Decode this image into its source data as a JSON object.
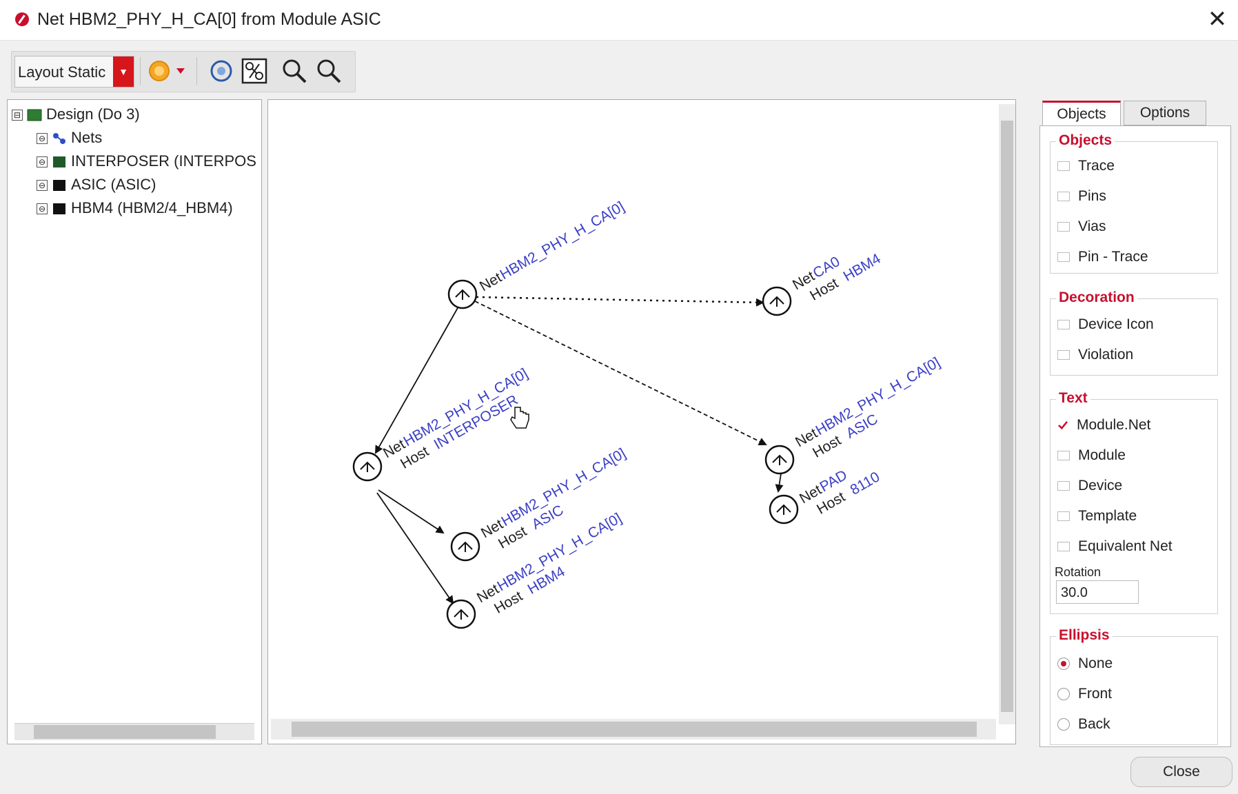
{
  "window": {
    "title": "Net HBM2_PHY_H_CA[0] from Module ASIC",
    "close_glyph": "✕"
  },
  "toolbar": {
    "layout_label": "Layout Static",
    "dropdown_glyph": "▼"
  },
  "tree": {
    "items": [
      {
        "label": "Design (Do 3)",
        "toggle": "⊟"
      },
      {
        "label": "Nets",
        "toggle": "⊖"
      },
      {
        "label": "INTERPOSER (INTERPOSER)",
        "toggle": "⊖"
      },
      {
        "label": "ASIC (ASIC)",
        "toggle": "⊖"
      },
      {
        "label": "HBM4 (HBM2/4_HBM4)",
        "toggle": "⊖"
      }
    ]
  },
  "graph": {
    "net_prefix": "Net",
    "host_prefix": "Host",
    "nodes": [
      {
        "net": "HBM2_PHY_H_CA[0]",
        "host": ""
      },
      {
        "net": "CA0",
        "host": "HBM4"
      },
      {
        "net": "HBM2_PHY_H_CA[0]",
        "host": "INTERPOSER"
      },
      {
        "net": "HBM2_PHY_H_CA[0]",
        "host": "ASIC"
      },
      {
        "net": "PAD",
        "host": "8110"
      },
      {
        "net": "HBM2_PHY_H_CA[0]",
        "host": "ASIC"
      },
      {
        "net": "HBM2_PHY_H_CA[0]",
        "host": "HBM4"
      }
    ]
  },
  "tabs": [
    "Objects",
    "Options"
  ],
  "panel": {
    "objects_title": "Objects",
    "objects": [
      {
        "label": "Trace",
        "checked": false
      },
      {
        "label": "Pins",
        "checked": false
      },
      {
        "label": "Vias",
        "checked": false
      },
      {
        "label": "Pin - Trace",
        "checked": false
      }
    ],
    "decoration_title": "Decoration",
    "decoration": [
      {
        "label": "Device Icon",
        "checked": false
      },
      {
        "label": "Violation",
        "checked": false
      }
    ],
    "text_title": "Text",
    "text": [
      {
        "label": "Module.Net",
        "checked": true
      },
      {
        "label": "Module",
        "checked": false
      },
      {
        "label": "Device",
        "checked": false
      },
      {
        "label": "Template",
        "checked": false
      },
      {
        "label": "Equivalent Net",
        "checked": false
      }
    ],
    "rotation_label": "Rotation",
    "rotation_value": "30.0",
    "ellipsis_title": "Ellipsis",
    "ellipsis": [
      {
        "label": "None",
        "selected": true
      },
      {
        "label": "Front",
        "selected": false
      },
      {
        "label": "Back",
        "selected": false
      }
    ]
  },
  "footer": {
    "close_label": "Close"
  },
  "colors": {
    "accent": "#c8102e",
    "net_text": "#3b3fc4"
  }
}
